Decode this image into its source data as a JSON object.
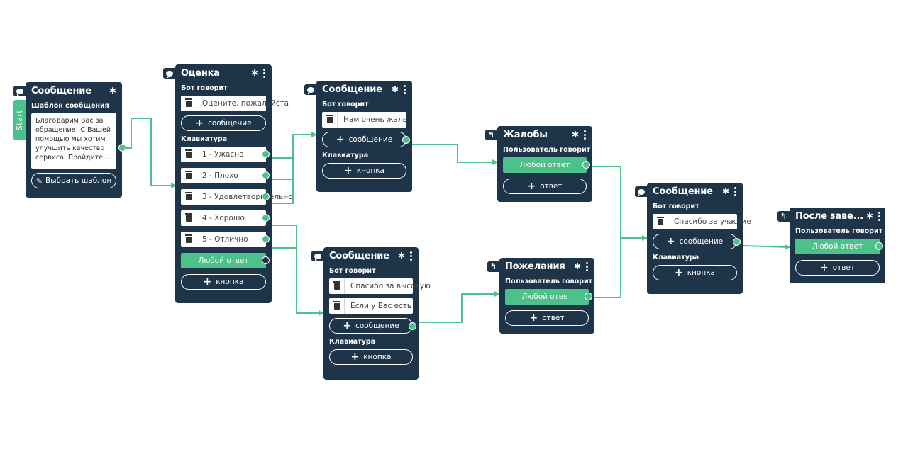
{
  "colors": {
    "node_bg": "#1e3448",
    "accent": "#4cc28a",
    "wire": "#4cc28a"
  },
  "start_label": "Start",
  "nodes": {
    "msg1": {
      "title": "Сообщение",
      "template_label": "Шаблон сообщения",
      "template_text": "Благодарим Вас за обращение! С Вашей помощью мы хотим улучшить качество сервиса. Пройдите,...",
      "choose_template": "Выбрать шаблон"
    },
    "rating": {
      "title": "Оценка",
      "bot_says": "Бот говорит",
      "message_field": "Оцените, пожалуйста",
      "add_message": "сообщение",
      "keyboard": "Клавиатура",
      "buttons": [
        "1 - Ужасно",
        "2 - Плохо",
        "3 - Удовлетворительно",
        "4 - Хорошо",
        "5 - Отлично"
      ],
      "any_answer": "Любой ответ",
      "add_button": "кнопка"
    },
    "msg2": {
      "title": "Сообщение",
      "bot_says": "Бот говорит",
      "message_field": "Нам очень жаль",
      "add_message": "сообщение",
      "keyboard": "Клавиатура",
      "add_button": "кнопка"
    },
    "msg3": {
      "title": "Сообщение",
      "bot_says": "Бот говорит",
      "message_fields": [
        "Спасибо за высокую",
        "Если у Вас есть"
      ],
      "add_message": "сообщение",
      "keyboard": "Клавиатура",
      "add_button": "кнопка"
    },
    "complaints": {
      "title": "Жалобы",
      "user_says": "Пользователь говорит",
      "any_answer": "Любой ответ",
      "add_answer": "ответ"
    },
    "wishes": {
      "title": "Пожелания",
      "user_says": "Пользователь говорит",
      "any_answer": "Любой ответ",
      "add_answer": "ответ"
    },
    "msg4": {
      "title": "Сообщение",
      "bot_says": "Бот говорит",
      "message_field": "Спасибо за участие",
      "add_message": "сообщение",
      "keyboard": "Клавиатура",
      "add_button": "кнопка"
    },
    "after": {
      "title": "После заве...",
      "user_says": "Пользователь говорит",
      "any_answer": "Любой ответ",
      "add_answer": "ответ"
    }
  }
}
